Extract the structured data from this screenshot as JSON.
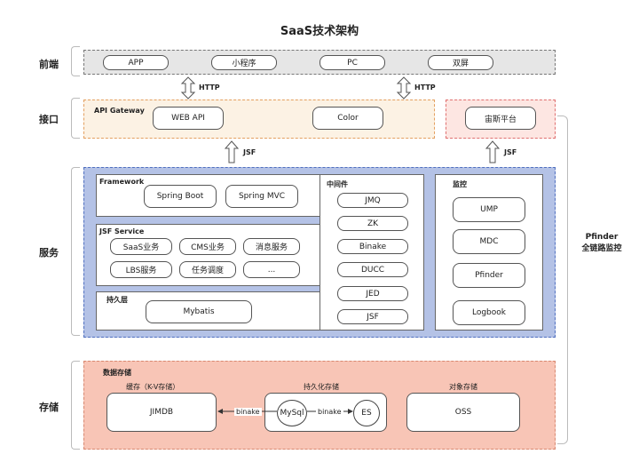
{
  "title": "SaaS技术架构",
  "layers": {
    "frontend": "前端",
    "interface": "接口",
    "service": "服务",
    "storage": "存储"
  },
  "frontend_items": [
    "APP",
    "小程序",
    "PC",
    "双屏"
  ],
  "http_labels": [
    "HTTP",
    "HTTP"
  ],
  "api_gateway": {
    "label": "API Gateway",
    "items": [
      "WEB API",
      "Color"
    ]
  },
  "universe_platform": "宙斯平台",
  "jsf_labels": [
    "JSF",
    "JSF"
  ],
  "framework": {
    "label": "Framework",
    "items": [
      "Spring Boot",
      "Spring MVC"
    ]
  },
  "jsf_service": {
    "label": "JSF Service",
    "items": [
      "SaaS业务",
      "CMS业务",
      "消息服务",
      "LBS服务",
      "任务调度",
      "..."
    ]
  },
  "persistence": {
    "label": "持久层",
    "item": "Mybatis"
  },
  "middleware": {
    "label": "中间件",
    "items": [
      "JMQ",
      "ZK",
      "Binake",
      "DUCC",
      "JED",
      "JSF"
    ]
  },
  "monitoring": {
    "label": "监控",
    "items": [
      "UMP",
      "MDC",
      "Pfinder",
      "Logbook"
    ]
  },
  "pfinder_label": [
    "Pfinder",
    "全链路监控"
  ],
  "storage": {
    "label": "数据存储",
    "cache_label": "缓存（K-V存储）",
    "cache_item": "JIMDB",
    "persist_label": "持久化存储",
    "mysql": "MySql",
    "es": "ES",
    "binake_left": "binake",
    "binake_right": "binake",
    "object_label": "对象存储",
    "object_item": "OSS"
  },
  "colors": {
    "frontend_band": "#e6e6e6",
    "interface_band": "#fcf2e4",
    "universe_band": "#fde6e2",
    "service_band": "#b4c2e6",
    "storage_band": "#f8c5b6"
  }
}
